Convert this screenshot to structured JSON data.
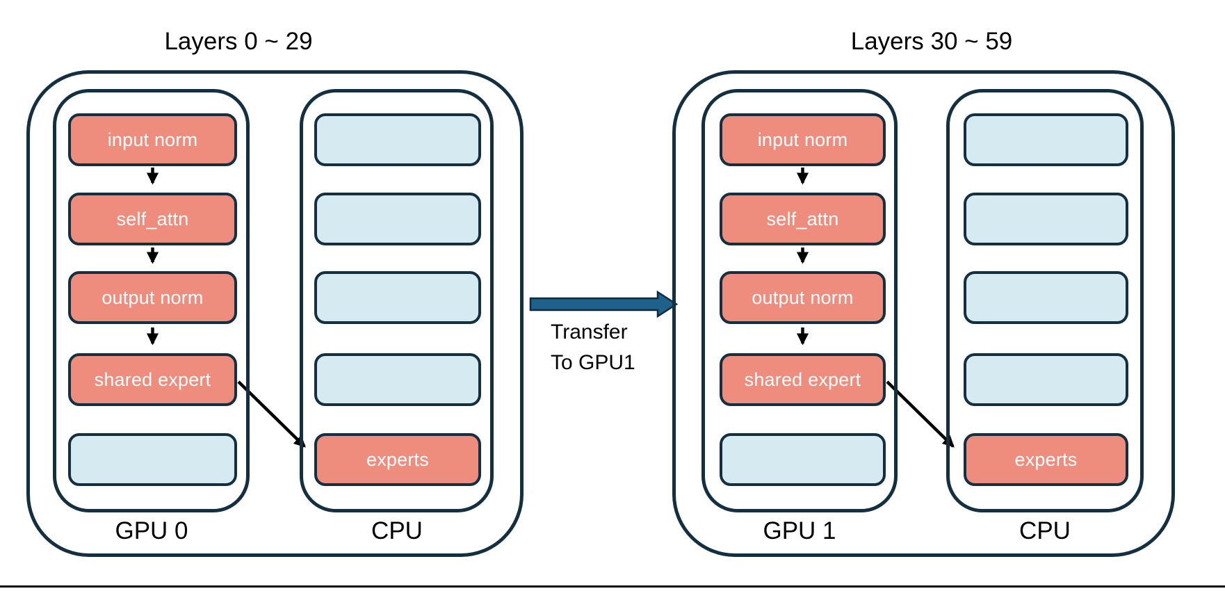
{
  "groups": [
    {
      "title": "Layers 0 ~ 29",
      "devices": [
        {
          "label": "GPU 0",
          "boxes": [
            {
              "label": "input norm",
              "type": "module"
            },
            {
              "label": "self_attn",
              "type": "module"
            },
            {
              "label": "output norm",
              "type": "module"
            },
            {
              "label": "shared expert",
              "type": "module"
            },
            {
              "label": "",
              "type": "placeholder"
            }
          ]
        },
        {
          "label": "CPU",
          "boxes": [
            {
              "label": "",
              "type": "placeholder"
            },
            {
              "label": "",
              "type": "placeholder"
            },
            {
              "label": "",
              "type": "placeholder"
            },
            {
              "label": "",
              "type": "placeholder"
            },
            {
              "label": "experts",
              "type": "module"
            }
          ]
        }
      ]
    },
    {
      "title": "Layers 30 ~ 59",
      "devices": [
        {
          "label": "GPU 1",
          "boxes": [
            {
              "label": "input norm",
              "type": "module"
            },
            {
              "label": "self_attn",
              "type": "module"
            },
            {
              "label": "output norm",
              "type": "module"
            },
            {
              "label": "shared expert",
              "type": "module"
            },
            {
              "label": "",
              "type": "placeholder"
            }
          ]
        },
        {
          "label": "CPU",
          "boxes": [
            {
              "label": "",
              "type": "placeholder"
            },
            {
              "label": "",
              "type": "placeholder"
            },
            {
              "label": "",
              "type": "placeholder"
            },
            {
              "label": "",
              "type": "placeholder"
            },
            {
              "label": "experts",
              "type": "module"
            }
          ]
        }
      ]
    }
  ],
  "transfer": {
    "line1": "Transfer",
    "line2": "To GPU1"
  },
  "colors": {
    "outline": "#132F40",
    "module_fill": "#EE8C7D",
    "placeholder_fill": "#D5EAF1",
    "module_text": "#FFFFFF",
    "transfer_arrow_fill": "#1E618A",
    "flow_arrow": "#000000",
    "text": "#000000",
    "background": "#FFFFFF"
  }
}
